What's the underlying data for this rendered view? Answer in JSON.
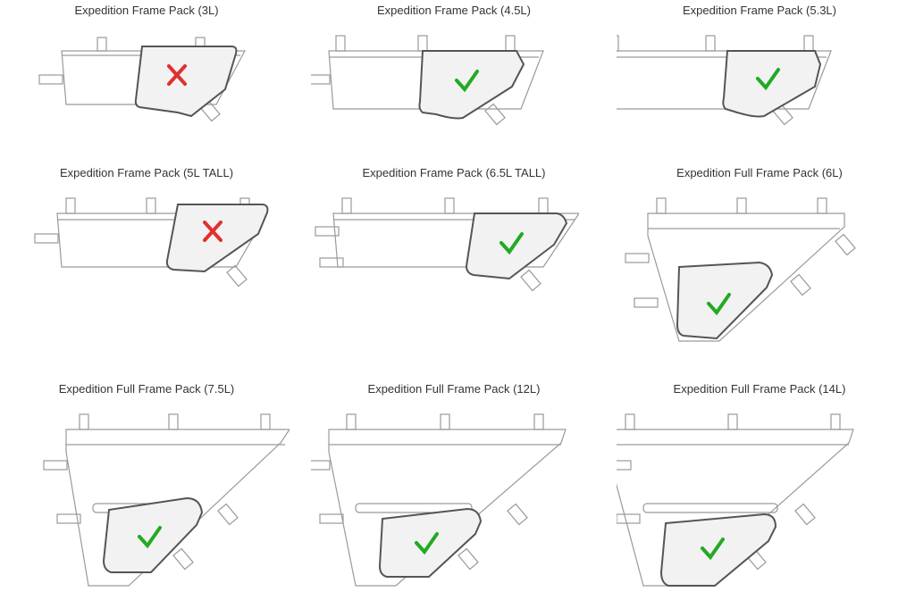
{
  "colors": {
    "ok": "#22aa22",
    "bad": "#e0302e",
    "pack": "#f2f2f2",
    "frame": "#9a9a9a"
  },
  "items": [
    {
      "title": "Expedition Frame Pack (3L)",
      "fit": "bad",
      "frame": "half",
      "pack": "top"
    },
    {
      "title": "Expedition Frame Pack (4.5L)",
      "fit": "ok",
      "frame": "half",
      "pack": "top"
    },
    {
      "title": "Expedition Frame Pack (5.3L)",
      "fit": "ok",
      "frame": "half",
      "pack": "top"
    },
    {
      "title": "Expedition Frame Pack (5L TALL)",
      "fit": "bad",
      "frame": "half",
      "pack": "top"
    },
    {
      "title": "Expedition Frame Pack (6.5L TALL)",
      "fit": "ok",
      "frame": "half",
      "pack": "top"
    },
    {
      "title": "Expedition Full Frame Pack (6L)",
      "fit": "ok",
      "frame": "full",
      "pack": "bottom"
    },
    {
      "title": "Expedition Full Frame Pack (7.5L)",
      "fit": "ok",
      "frame": "full",
      "pack": "bottom"
    },
    {
      "title": "Expedition Full Frame Pack (12L)",
      "fit": "ok",
      "frame": "full",
      "pack": "bottom"
    },
    {
      "title": "Expedition Full Frame Pack (14L)",
      "fit": "ok",
      "frame": "full",
      "pack": "bottom"
    }
  ]
}
